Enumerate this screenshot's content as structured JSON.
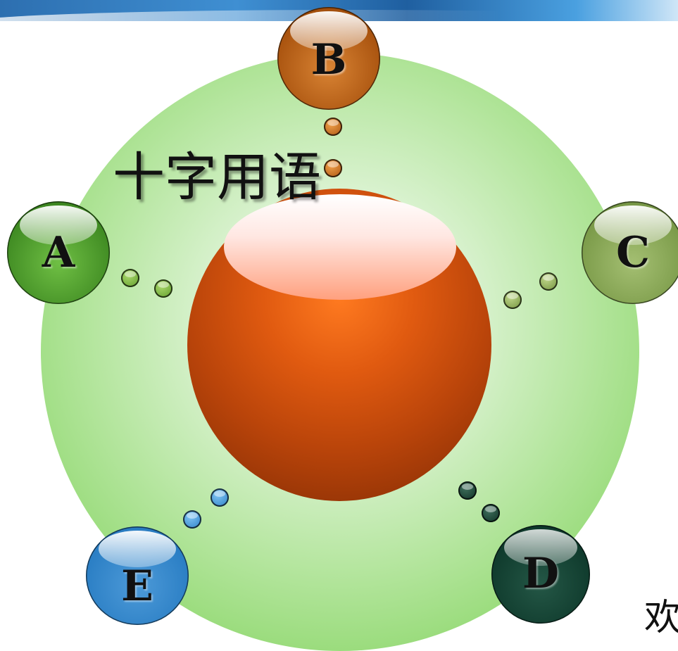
{
  "diagram": {
    "title": "十字用语",
    "nodes": [
      {
        "id": "A",
        "label": "A",
        "color": "#4f9a2e"
      },
      {
        "id": "B",
        "label": "B",
        "color": "#b5621a"
      },
      {
        "id": "C",
        "label": "C",
        "color": "#86a65a"
      },
      {
        "id": "D",
        "label": "D",
        "color": "#0f3a2c"
      },
      {
        "id": "E",
        "label": "E",
        "color": "#2a7ec4"
      }
    ],
    "center_color": "#d4560e"
  },
  "corner_text": "欢"
}
